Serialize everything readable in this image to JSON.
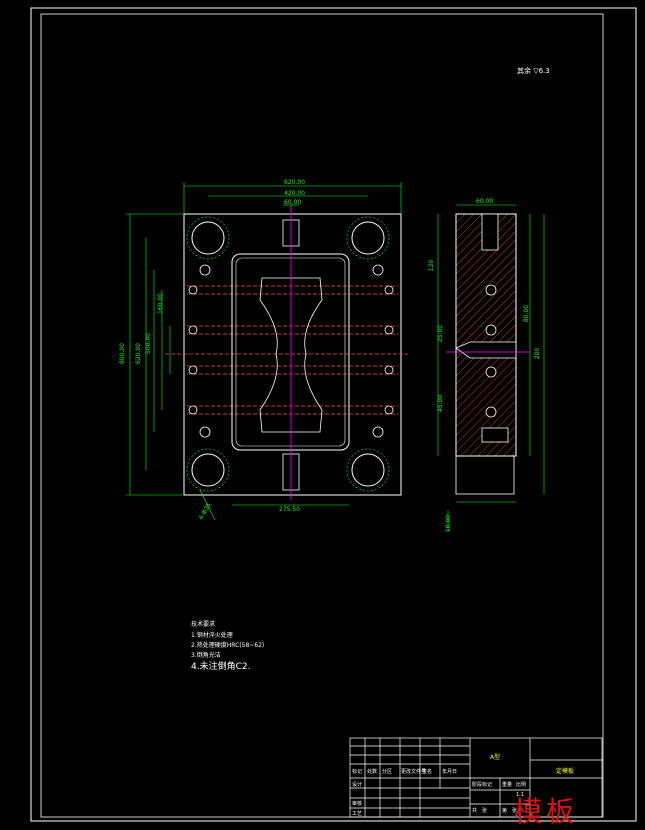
{
  "notes": {
    "title": "技术要求",
    "items": [
      "1.钢材淬火处理",
      "2.热处理硬度HRC(58~62)",
      "3.倒角光洁",
      "4.未注倒角C2."
    ]
  },
  "surface_note": "其余 ▽6.3",
  "title_block": {
    "name": "A型",
    "drawing_name": "定模板",
    "header_cells": [
      "标记",
      "处数",
      "分区",
      "更改文件号",
      "签名",
      "年月日"
    ],
    "row_labels": [
      "设计",
      "审核",
      "工艺"
    ],
    "stage_cells": [
      "阶段标记",
      "重量",
      "比例"
    ],
    "sheet_cells": [
      "共",
      "张",
      "第",
      "张"
    ],
    "scale": "1:1"
  },
  "dimensions": {
    "top_overall": "620.00",
    "top_inner": "420.00",
    "top_small": "60.00",
    "bottom": "275.50",
    "left_overall": "800.00",
    "left_inner": "620.00",
    "left_mid": "500.00",
    "left_small": "160.00",
    "hole_label": "4-Φ35",
    "side_top": "60.00",
    "side_depth": "120",
    "side_bottom": "200",
    "side_1": "25.00",
    "side_2": "80.00",
    "side_3": "45.00",
    "side_4": "10.00"
  },
  "watermark": "模板",
  "colors": {
    "outline": "#ffffff",
    "dims": "#00ff00",
    "hidden": "#ff4444",
    "center": "#ff00ff",
    "note": "#ffff00"
  }
}
